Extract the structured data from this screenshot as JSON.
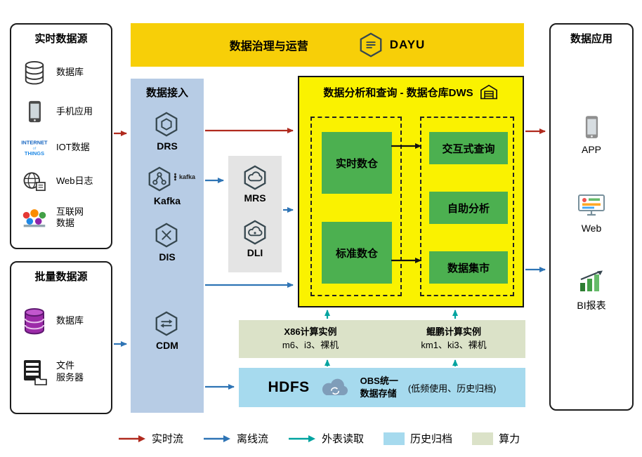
{
  "colors": {
    "realtime_flow": "#B02A1E",
    "offline_flow": "#2E74B5",
    "external_read": "#00A3A0",
    "history_archive": "#A6DAEE",
    "compute_power": "#DBE2C8",
    "governance_bar": "#F7CF08",
    "dws_box": "#FAF200",
    "green_module": "#4CB050",
    "access_column": "#B7CCE5"
  },
  "realtime_sources": {
    "title": "实时数据源",
    "items": [
      {
        "icon": "database-icon",
        "label": "数据库"
      },
      {
        "icon": "mobile-icon",
        "label": "手机应用"
      },
      {
        "icon": "iot-icon",
        "label": "IOT数据"
      },
      {
        "icon": "weblog-icon",
        "label": "Web日志"
      },
      {
        "icon": "internet-data-icon",
        "label": "互联网\n数据"
      }
    ]
  },
  "batch_sources": {
    "title": "批量数据源",
    "items": [
      {
        "icon": "database-purple-icon",
        "label": "数据库"
      },
      {
        "icon": "file-server-icon",
        "label": "文件\n服务器"
      }
    ]
  },
  "governance": {
    "title": "数据治理与运营",
    "logo": "DAYU"
  },
  "data_access": {
    "title": "数据接入",
    "items": [
      {
        "label": "DRS"
      },
      {
        "label": "Kafka",
        "logo_text": "kafka"
      },
      {
        "label": "DIS"
      },
      {
        "label": "CDM"
      }
    ]
  },
  "compute_services": {
    "items": [
      {
        "label": "MRS"
      },
      {
        "label": "DLI"
      }
    ]
  },
  "dws": {
    "title": "数据分析和查询 - 数据仓库DWS",
    "warehouses": [
      "实时数仓",
      "标准数仓"
    ],
    "applications": [
      "交互式查询",
      "自助分析",
      "数据集市"
    ]
  },
  "compute_instances": {
    "x86": {
      "title": "X86计算实例",
      "detail": "m6、i3、裸机"
    },
    "kunpeng": {
      "title": "鲲鹏计算实例",
      "detail": "km1、ki3、裸机"
    }
  },
  "storage": {
    "hdfs": "HDFS",
    "obs": "OBS统一\n数据存储",
    "note": "(低频使用、历史归档)"
  },
  "data_apps": {
    "title": "数据应用",
    "items": [
      {
        "icon": "app-icon",
        "label": "APP"
      },
      {
        "icon": "web-icon",
        "label": "Web"
      },
      {
        "icon": "bi-icon",
        "label": "BI报表"
      }
    ]
  },
  "legend": {
    "items": [
      {
        "type": "arrow",
        "label": "实时流",
        "color": "#B02A1E"
      },
      {
        "type": "arrow",
        "label": "离线流",
        "color": "#2E74B5"
      },
      {
        "type": "arrow",
        "label": "外表读取",
        "color": "#00A3A0"
      },
      {
        "type": "swatch",
        "label": "历史归档",
        "color": "#A6DAEE"
      },
      {
        "type": "swatch",
        "label": "算力",
        "color": "#DBE2C8"
      }
    ]
  },
  "iot_words": {
    "l1": "INTERNET",
    "l2": "of",
    "l3": "THINGS"
  }
}
